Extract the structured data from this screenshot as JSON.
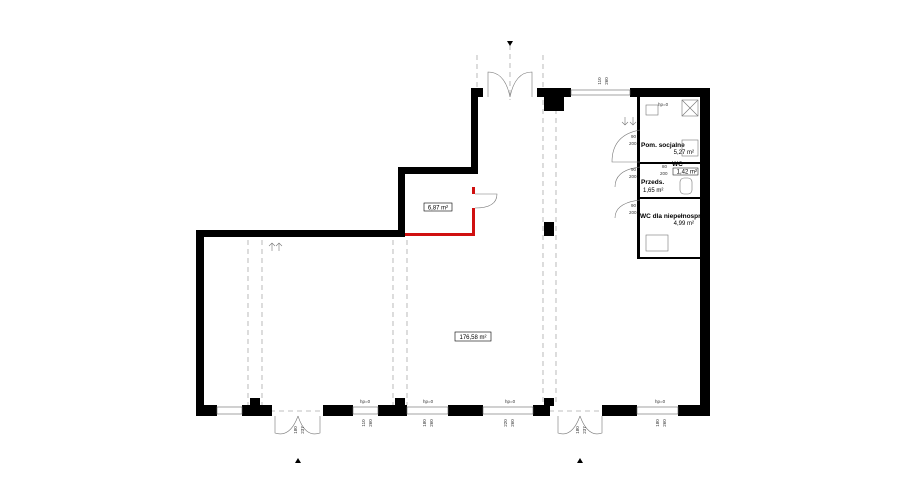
{
  "rooms": [
    {
      "name": "",
      "area": "176,58 m²"
    },
    {
      "name": "",
      "area": "6,87 m²"
    },
    {
      "name": "Pom. socjalne",
      "area": "5,27 m²"
    },
    {
      "name": "WC",
      "area": "1,42 m²"
    },
    {
      "name": "Przeds.",
      "area": "1,65 m²"
    },
    {
      "name": "WC dla niepełnospr.",
      "area": "4,99 m²"
    }
  ],
  "door_dims": [
    {
      "w": "90",
      "h": "200"
    },
    {
      "w": "80",
      "h": "200"
    },
    {
      "w": "90",
      "h": "200"
    },
    {
      "w": "90",
      "h": "200"
    }
  ],
  "window_labels": [
    "hp=0",
    "hp=0",
    "hp=0",
    "hp=0",
    "hp=0"
  ],
  "bottom_dims": [
    {
      "a": "180",
      "b": "237"
    },
    {
      "a": "110",
      "b": "260"
    },
    {
      "a": "180",
      "b": "260"
    },
    {
      "a": "220",
      "b": "260"
    },
    {
      "a": "180",
      "b": "237"
    },
    {
      "a": "180",
      "b": "260"
    }
  ],
  "top_window_dim": {
    "a": "110",
    "b": "260"
  },
  "colors": {
    "wall": "#000000",
    "new_wall": "#d01010"
  }
}
